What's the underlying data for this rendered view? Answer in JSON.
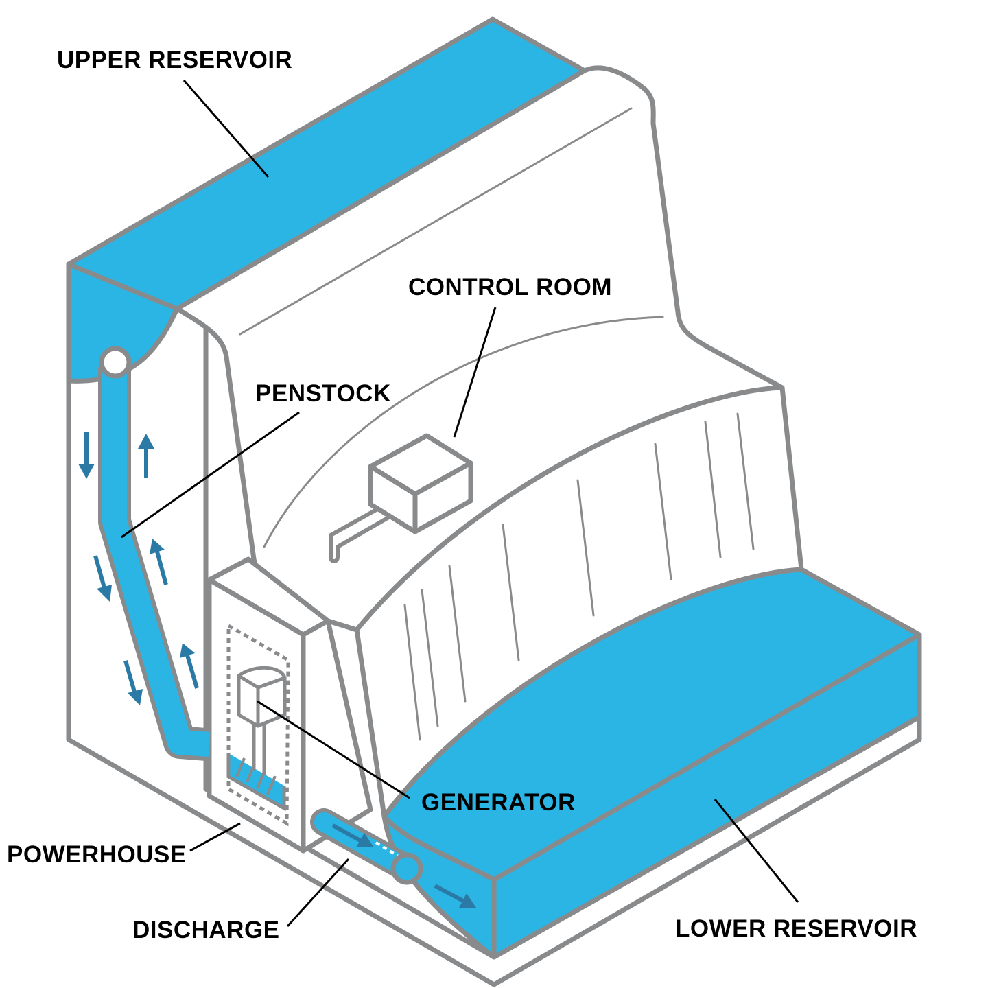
{
  "colors": {
    "water": "#2bb5e5",
    "outline": "#888a8c",
    "arrow": "#2b7aa5",
    "label": "#000000",
    "background": "#ffffff"
  },
  "labels": {
    "upper_reservoir": "UPPER RESERVOIR",
    "control_room": "CONTROL ROOM",
    "penstock": "PENSTOCK",
    "generator": "GENERATOR",
    "powerhouse": "POWERHOUSE",
    "discharge": "DISCHARGE",
    "lower_reservoir": "LOWER RESERVOIR"
  }
}
